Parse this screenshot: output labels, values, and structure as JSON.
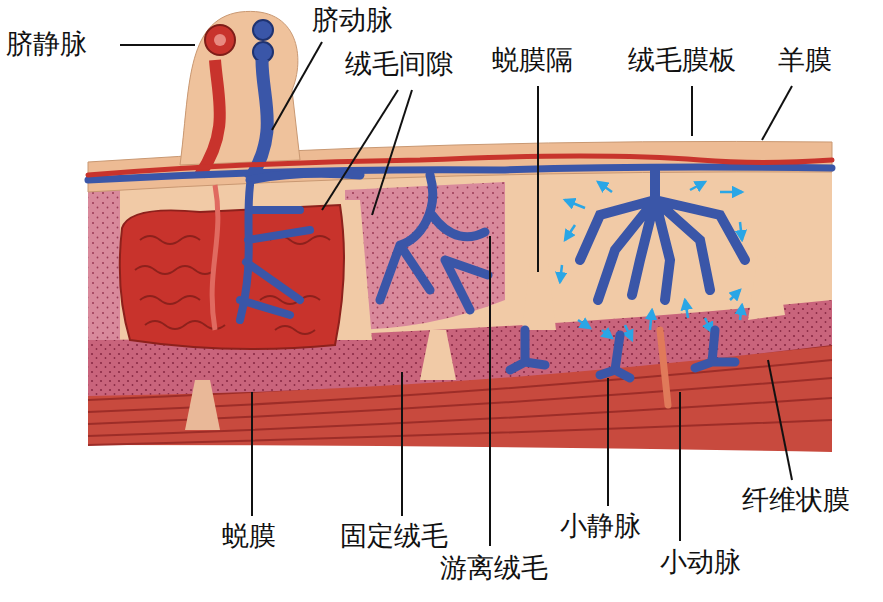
{
  "diagram": {
    "labels": [
      "脐静脉",
      "脐动脉",
      "绒毛间隙",
      "蜕膜隔",
      "绒毛膜板",
      "羊膜",
      "蜕膜",
      "固定绒毛",
      "游离绒毛",
      "小静脉",
      "小动脉",
      "纤维状膜"
    ]
  }
}
